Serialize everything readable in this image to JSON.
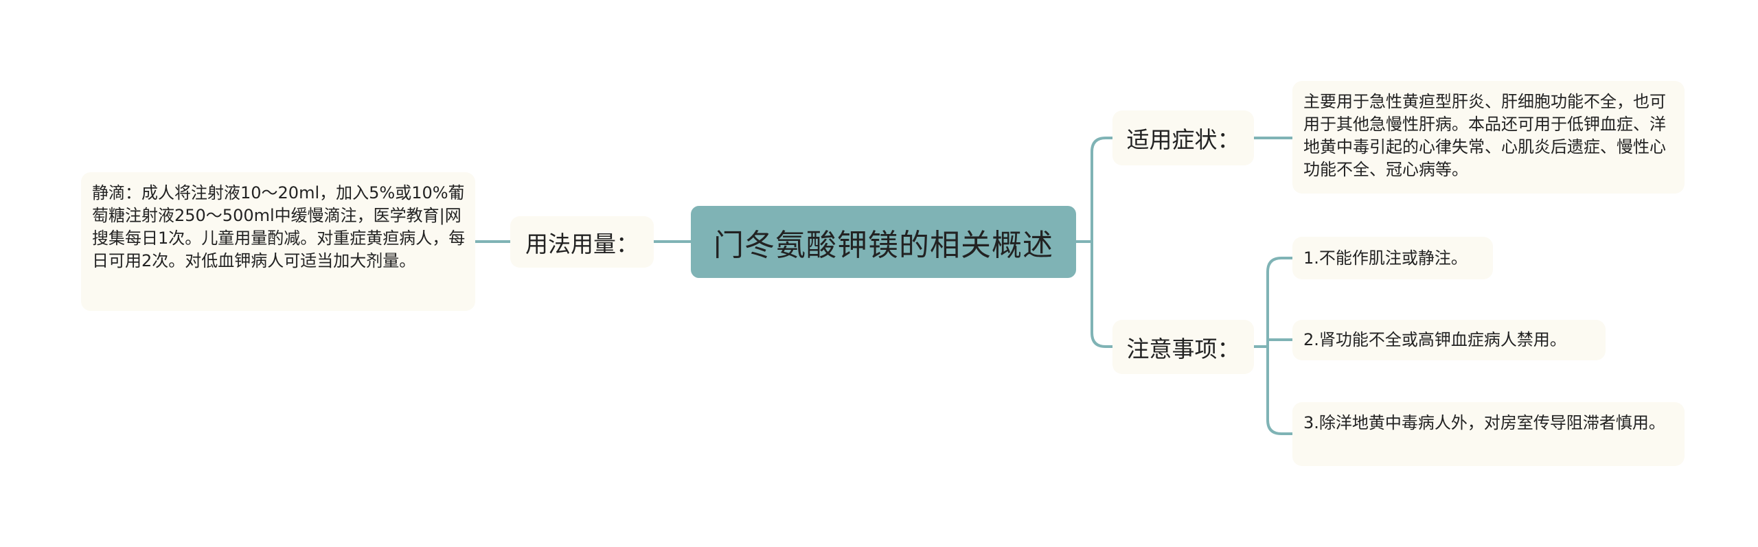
{
  "mindmap": {
    "root": {
      "label": "门冬氨酸钾镁的相关概述"
    },
    "colors": {
      "root_bg": "#7fb3b5",
      "node_bg": "#fcfaf2",
      "line": "#7fb3b5"
    },
    "left": {
      "branch": {
        "label": "用法用量："
      },
      "detail": "静滴：成人将注射液10～20ml，加入5%或10%葡萄糖注射液250～500ml中缓慢滴注，医学教育|网搜集每日1次。儿童用量酌减。对重症黄疸病人，每日可用2次。对低血钾病人可适当加大剂量。"
    },
    "right": [
      {
        "branch": {
          "label": "适用症状："
        },
        "detail": "主要用于急性黄疸型肝炎、肝细胞功能不全，也可用于其他急慢性肝病。本品还可用于低钾血症、洋地黄中毒引起的心律失常、心肌炎后遗症、慢性心功能不全、冠心病等。"
      },
      {
        "branch": {
          "label": "注意事项："
        },
        "items": [
          "1.不能作肌注或静注。",
          "2.肾功能不全或高钾血症病人禁用。",
          "3.除洋地黄中毒病人外，对房室传导阻滞者慎用。"
        ]
      }
    ]
  }
}
